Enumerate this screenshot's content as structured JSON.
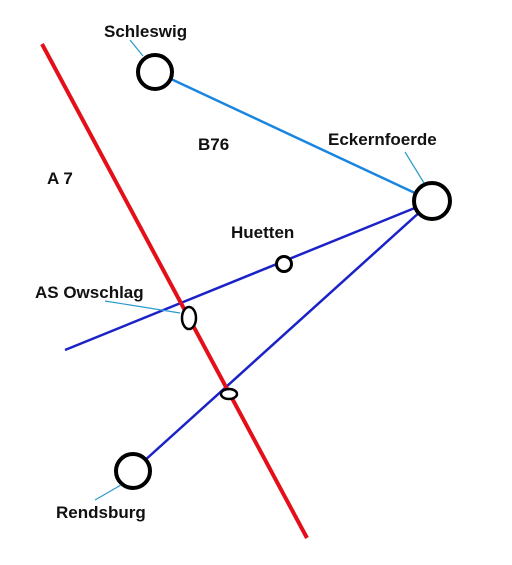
{
  "map": {
    "places": {
      "schleswig": "Schleswig",
      "eckernfoerde": "Eckernfoerde",
      "huetten": "Huetten",
      "as_owschlag": "AS Owschlag",
      "rendsburg": "Rendsburg"
    },
    "roads": {
      "a7": "A 7",
      "b76": "B76"
    },
    "colors": {
      "motorway": "#e3101a",
      "road_schleswig": "#1a86e0",
      "road_other": "#1a22c8",
      "town": "#000000",
      "leader": "#2b9acd"
    }
  }
}
